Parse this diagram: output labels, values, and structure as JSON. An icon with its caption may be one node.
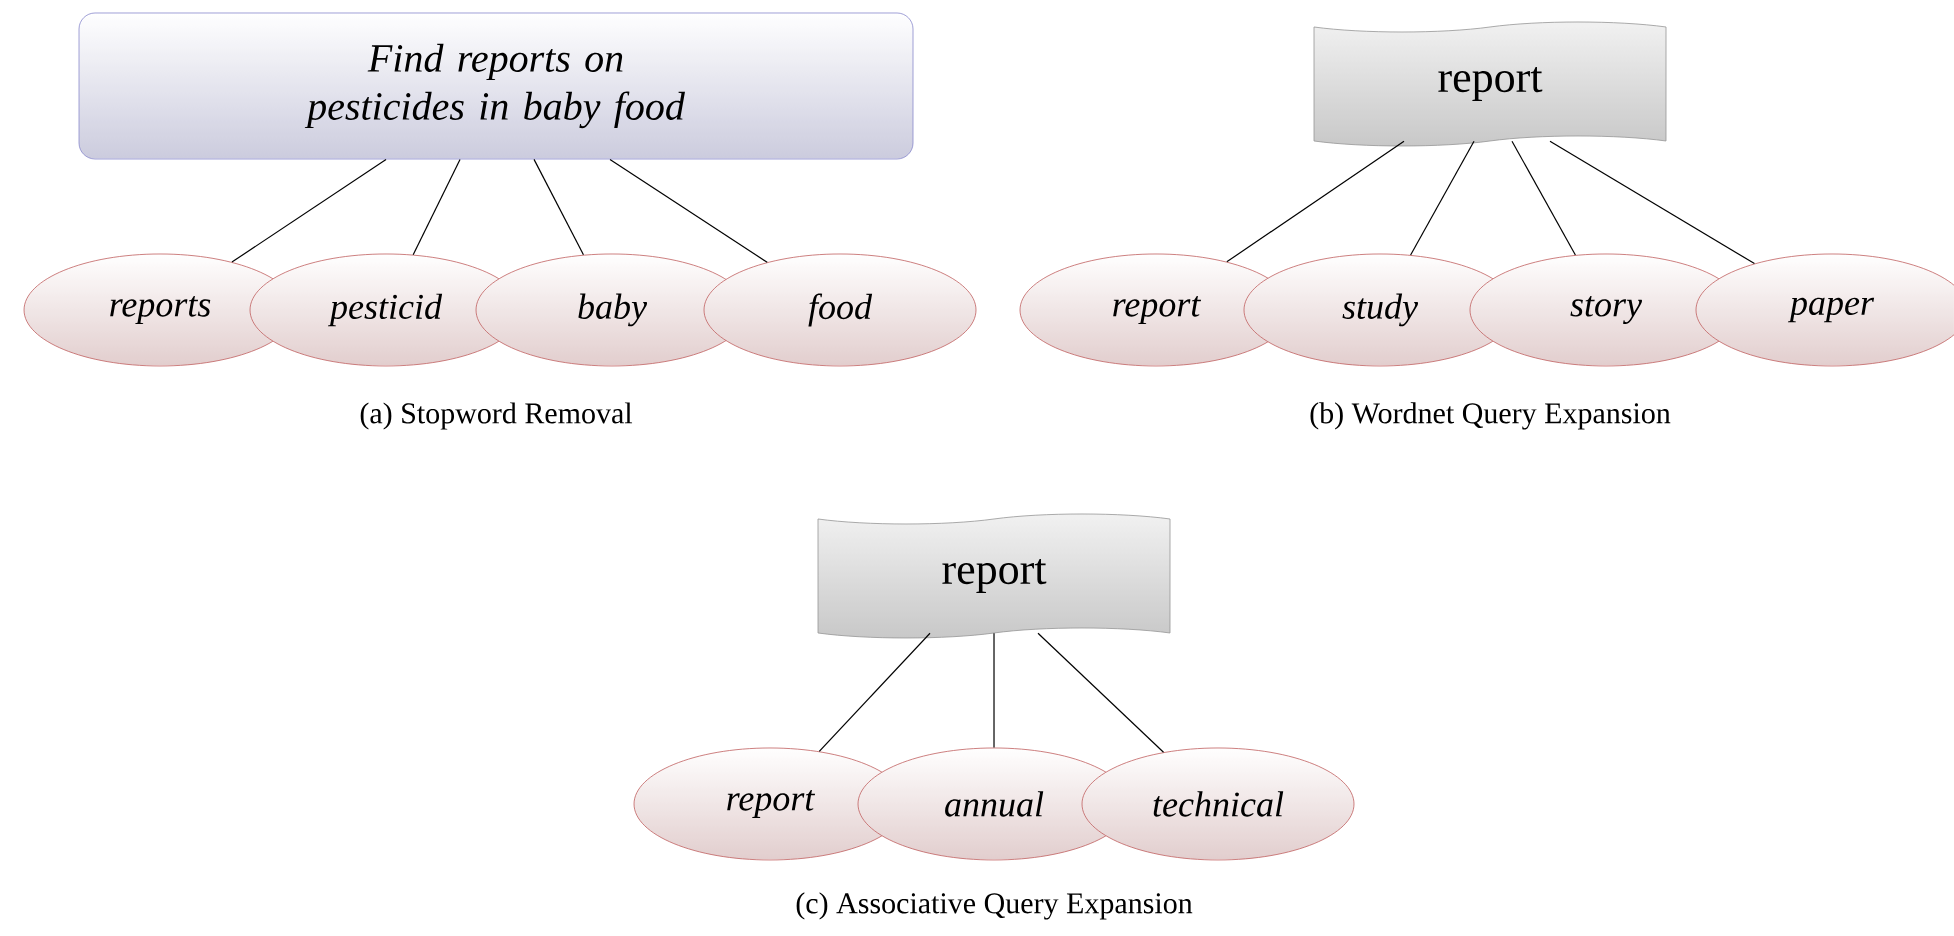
{
  "diagram": {
    "nodes": [
      {
        "text": [
          "Find reports on pesticides in baby food"
        ]
      },
      {
        "text": [
          "reports"
        ]
      },
      {
        "text": [
          "pesticid"
        ]
      },
      {
        "text": [
          "baby"
        ]
      },
      {
        "text": [
          "food"
        ]
      },
      {
        "text": [
          "report"
        ]
      },
      {
        "text": [
          "report"
        ]
      },
      {
        "text": [
          "study"
        ]
      },
      {
        "text": [
          "story"
        ]
      },
      {
        "text": [
          "paper"
        ]
      },
      {
        "text": [
          "report"
        ]
      },
      {
        "text": [
          "report"
        ]
      },
      {
        "text": [
          "annual"
        ]
      },
      {
        "text": [
          "technical"
        ]
      }
    ],
    "edges": [
      {
        "from": 0,
        "to": 1,
        "arrow": "none"
      },
      {
        "from": 0,
        "to": 2,
        "arrow": "none"
      },
      {
        "from": 0,
        "to": 3,
        "arrow": "none"
      },
      {
        "from": 0,
        "to": 4,
        "arrow": "none"
      },
      {
        "from": 5,
        "to": 6,
        "arrow": "none"
      },
      {
        "from": 5,
        "to": 7,
        "arrow": "none"
      },
      {
        "from": 5,
        "to": 8,
        "arrow": "none"
      },
      {
        "from": 5,
        "to": 9,
        "arrow": "none"
      },
      {
        "from": 10,
        "to": 11,
        "arrow": "none"
      },
      {
        "from": 10,
        "to": 12,
        "arrow": "none"
      },
      {
        "from": 10,
        "to": 13,
        "arrow": "none"
      }
    ],
    "labels": [
      "(a) Stopword Removal",
      "(b) Wordnet Query Expansion",
      "(c) Associative Query Expansion"
    ]
  }
}
